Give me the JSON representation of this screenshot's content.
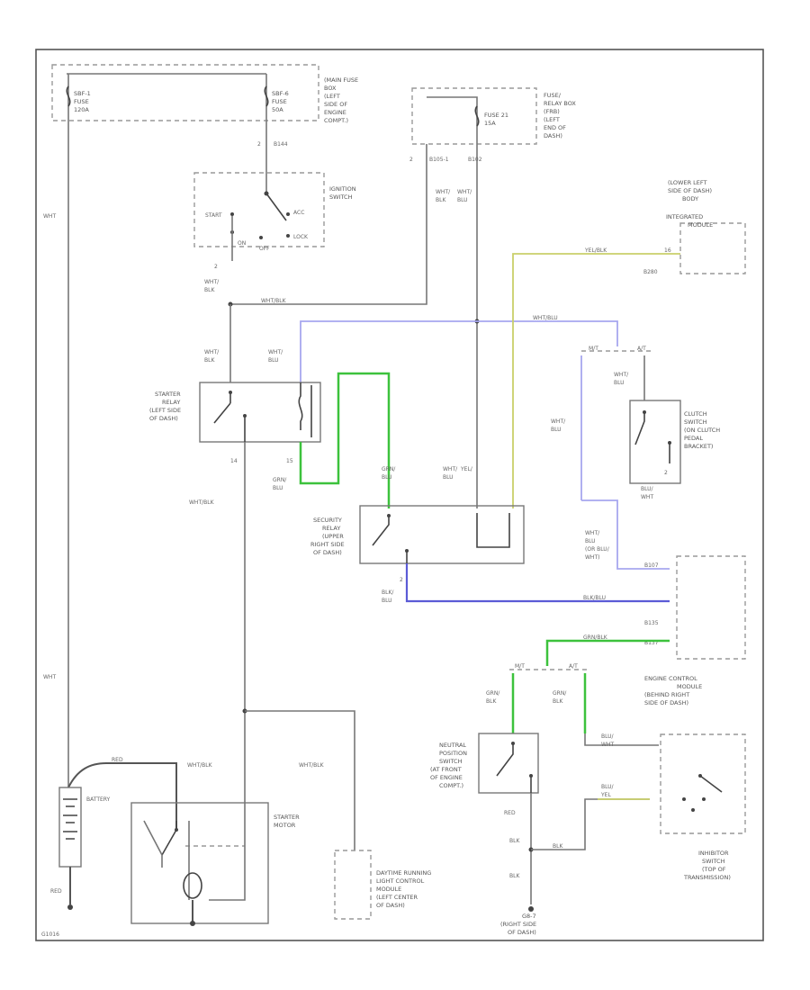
{
  "labels": {
    "main_fuse_box": [
      "(MAIN FUSE",
      "BOX",
      "(LEFT",
      "SIDE OF",
      "ENGINE",
      "COMPT.)"
    ],
    "sbf1": [
      "SBF-1",
      "FUSE",
      "120A"
    ],
    "sbf6": [
      "SBF-6",
      "FUSE",
      "50A"
    ],
    "b144": "B144",
    "fuse_relay_box": [
      "FUSE/",
      "RELAY BOX",
      "(FRB)",
      "(LEFT",
      "END OF",
      "DASH)"
    ],
    "fuse21": [
      "FUSE 21",
      "15A"
    ],
    "b105_1": "B105-1",
    "b102": "B102",
    "pin2_a": "2",
    "pin2_b": "2",
    "pin2_c": "2",
    "ignition_switch": [
      "IGNITION",
      "SWITCH"
    ],
    "st": "START",
    "acc": "ACC",
    "on": "ON",
    "off": "OFF",
    "lock": "LOCK",
    "wht_v1": "WHT",
    "wht_blk_a": [
      "WHT/",
      "BLK"
    ],
    "wht_blu_a": [
      "WHT/",
      "BLU"
    ],
    "wht_blk_b": [
      "WHT/",
      "BLK"
    ],
    "wht_blk_h": "WHT/BLK",
    "wht_blu_h": "WHT/BLU",
    "wht_blk_c": [
      "WHT/",
      "BLK"
    ],
    "wht_blu_c": [
      "WHT/",
      "BLU"
    ],
    "body_module": [
      "(LOWER LEFT",
      "SIDE OF DASH)",
      "BODY",
      "INTEGRATED",
      "MODULE"
    ],
    "yel_blk": "YEL/BLK",
    "b280": "B280",
    "pin16": "16",
    "starter_relay": [
      "STARTER",
      "RELAY",
      "(LEFT SIDE",
      "OF DASH)"
    ],
    "pin14": "14",
    "pin15": "15",
    "grn_blu_a": [
      "GRN/",
      "BLU"
    ],
    "wht_blk_d": "WHT/BLK",
    "clutch_switch": [
      "CLUTCH",
      "SWITCH",
      "(ON CLUTCH",
      "PEDAL",
      "BRACKET)"
    ],
    "wht_blu_d": [
      "WHT/",
      "BLU"
    ],
    "wht_blu_e": [
      "WHT/",
      "BLU"
    ],
    "mt": "M/T",
    "at": "A/T",
    "blu_wht": [
      "BLU/",
      "WHT"
    ],
    "grn_blu_b": [
      "GRN/",
      "BLU"
    ],
    "wht_yel_blu": [
      "WHT/",
      "YEL/",
      "BLU"
    ],
    "security_relay": [
      "SECURITY",
      "RELAY",
      "(UPPER",
      "RIGHT SIDE",
      "OF DASH)"
    ],
    "wht_blu_f": [
      "WHT/",
      "BLU",
      "(OR BLU/",
      "WHT)"
    ],
    "blk_blu": [
      "BLK/",
      "BLU"
    ],
    "blk_blu_h": "BLK/BLU",
    "b107": "B107",
    "b135": "B135",
    "b137": "B137",
    "grn_blk_h": "GRN/BLK",
    "ecm": [
      "ENGINE CONTROL",
      "MODULE",
      "(BEHIND RIGHT",
      "SIDE OF DASH)"
    ],
    "mt2": "M/T",
    "at2": "A/T",
    "grn_blk_a": [
      "GRN/",
      "BLK"
    ],
    "grn_blk_b": [
      "GRN/",
      "BLK"
    ],
    "wht_v2": "WHT",
    "wht_blk_e": "WHT/BLK",
    "wht_blk_f": "WHT/BLK",
    "red": "RED",
    "battery": "BATTERY",
    "neutral_switch": [
      "NEUTRAL",
      "POSITION",
      "SWITCH",
      "(AT FRONT",
      "OF ENGINE",
      "COMPT.)"
    ],
    "blu_wht_h": [
      "BLU/",
      "WHT"
    ],
    "blu_yel": [
      "BLU/",
      "YEL"
    ],
    "inhibitor_switch": [
      "INHIBITOR",
      "SWITCH",
      "(TOP OF",
      "TRANSMISSION)"
    ],
    "starter_motor": [
      "STARTER",
      "MOTOR"
    ],
    "drl_module": [
      "DAYTIME RUNNING",
      "LIGHT CONTROL",
      "MODULE",
      "(LEFT CENTER",
      "OF DASH)"
    ],
    "red2": "RED",
    "blk_a": "BLK",
    "blk_b": "BLK",
    "blk_c": "BLK",
    "g_conn": [
      "G8-7",
      "(RIGHT SIDE",
      "OF DASH)"
    ],
    "ground_id": "G1016",
    "pin2_d": "2",
    "pin2_e": "2"
  }
}
